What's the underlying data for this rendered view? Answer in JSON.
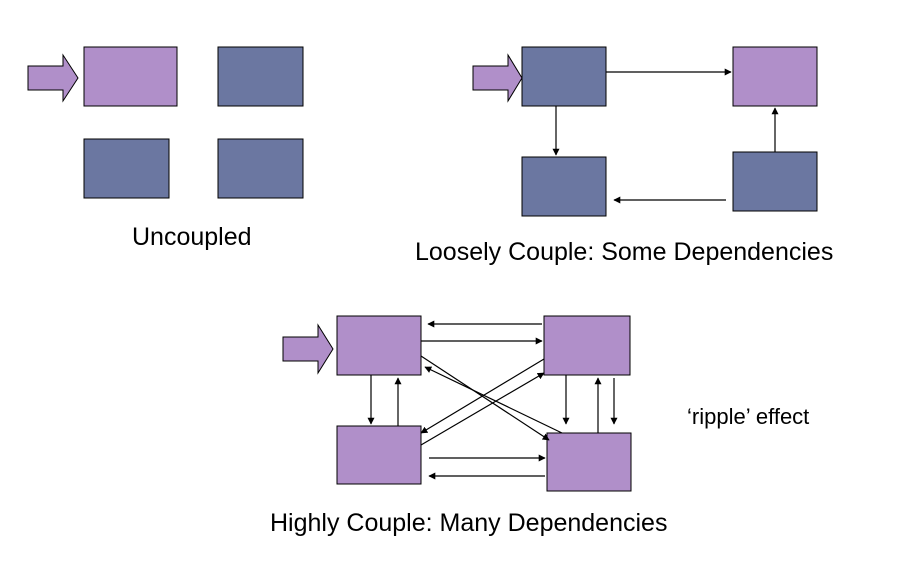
{
  "colors": {
    "purple": "#B08FC9",
    "slate": "#6B77A1",
    "stroke": "#000000",
    "arrow_fill": "#B08FC9"
  },
  "captions": {
    "uncoupled": "Uncoupled",
    "loose": "Loosely Couple: Some Dependencies",
    "highly": "Highly Couple: Many Dependencies",
    "ripple": "‘ripple’ effect"
  }
}
